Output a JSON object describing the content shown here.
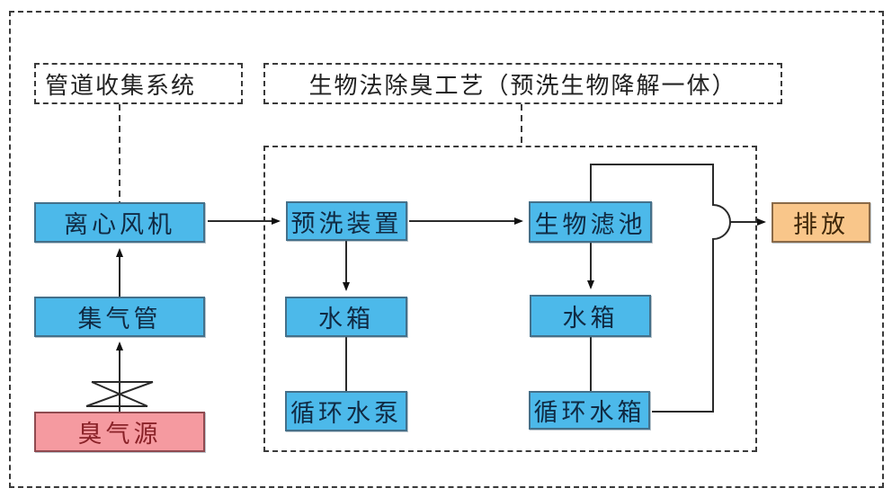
{
  "diagram": {
    "labels": {
      "pipeline_system": "管道收集系统",
      "bio_process": "生物法除臭工艺（预洗生物降解一体）"
    },
    "nodes": {
      "centrifugal_fan": "离心风机",
      "gas_collection_pipe": "集气管",
      "odor_source": "臭气源",
      "prewash_unit": "预洗装置",
      "water_tank_mid": "水箱",
      "circulating_pump": "循环水泵",
      "biofilter": "生物滤池",
      "water_tank_right": "水箱",
      "circulating_tank": "循环水箱",
      "discharge": "排放"
    },
    "icons": {
      "valve": "valve-icon",
      "line_hop": "line-hop-semicircle"
    },
    "colors": {
      "node_fill_blue": "#4cb9ea",
      "node_border_blue": "#44708a",
      "odor_fill": "#f59aa0",
      "odor_border": "#8f4a50",
      "odor_text": "#8a2228",
      "discharge_fill": "#f9c68a",
      "discharge_border": "#8a6a48",
      "discharge_text": "#40280a",
      "line_color": "#2a2a2a",
      "dash_color": "#3a3a3a",
      "text_color": "#102a43"
    }
  }
}
